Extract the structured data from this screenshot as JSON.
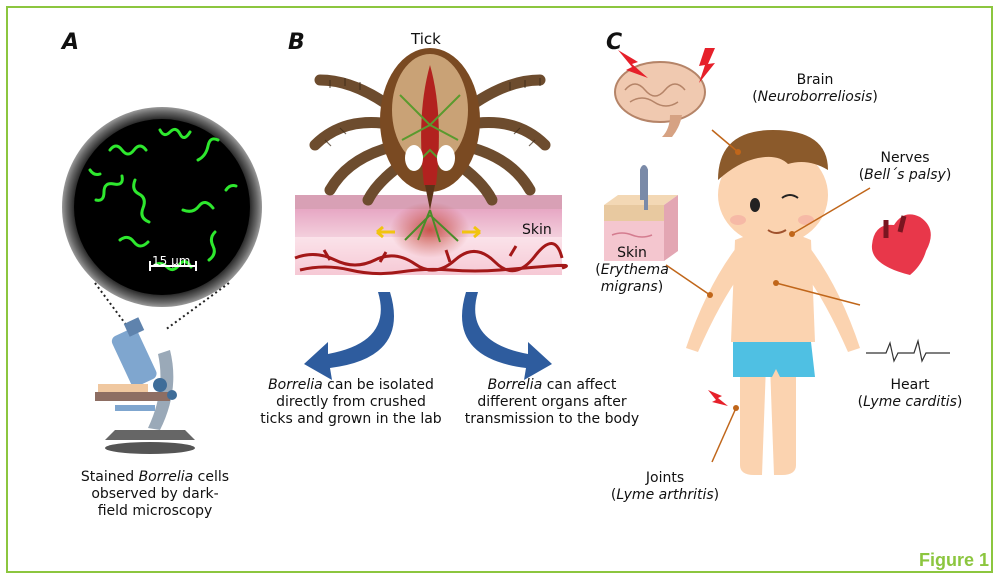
{
  "panels": {
    "a_letter": "A",
    "b_letter": "B",
    "c_letter": "C"
  },
  "panel_a": {
    "scale_bar": "15 µm",
    "caption_pre": "Stained ",
    "caption_em": "Borrelia",
    "caption_post": " cells",
    "caption_line2": "observed by dark-",
    "caption_line3": "field microscopy"
  },
  "panel_b": {
    "tick_label": "Tick",
    "skin_label": "Skin",
    "left_text_em": "Borrelia",
    "left_text_l1": " can be isolated",
    "left_text_l2": "directly from crushed",
    "left_text_l3": "ticks and grown in the lab",
    "right_text_em": "Borrelia",
    "right_text_l1": " can affect",
    "right_text_l2": "different organs after",
    "right_text_l3": "transmission to the body"
  },
  "panel_c": {
    "brain": "Brain",
    "brain_em": "Neuroborreliosis",
    "nerves": "Nerves",
    "nerves_em": "Bell´s palsy",
    "skin": "Skin",
    "skin_em1": "Erythema",
    "skin_em2": "migrans",
    "heart": "Heart",
    "heart_em": "Lyme carditis",
    "joints": "Joints",
    "joints_em": "Lyme arthritis"
  },
  "figure_tag": "Figure 1",
  "colors": {
    "frame": "#8cc63f",
    "arrow": "#2e5c9e",
    "bacteria": "#2ee82e",
    "leader": "#c0661a"
  },
  "icons": [
    "microscope-icon",
    "tick-icon",
    "brain-icon",
    "skin-section-icon",
    "heart-icon",
    "lightning-icon",
    "boy-figure-icon"
  ]
}
